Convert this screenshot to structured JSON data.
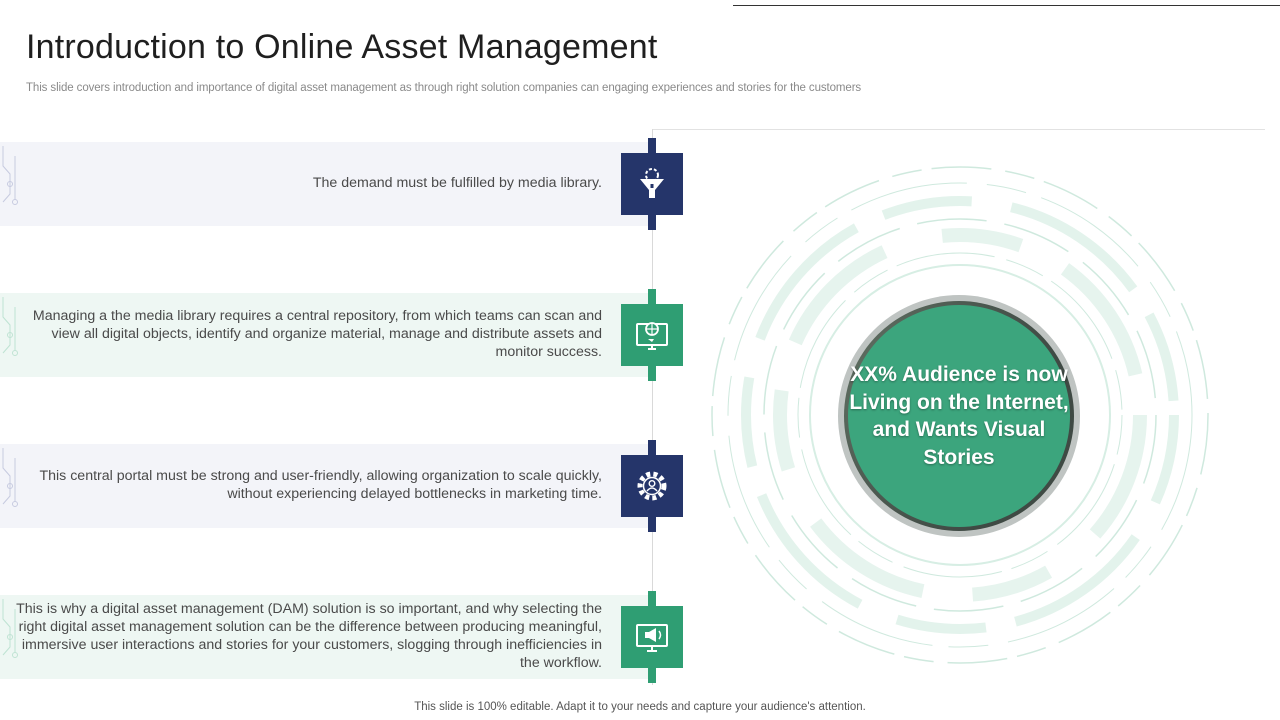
{
  "slide": {
    "title": "Introduction to Online Asset Management",
    "subtitle": "This slide covers introduction and importance of digital asset management as through right solution companies can engaging experiences and stories for the customers",
    "footer": "This slide is 100% editable. Adapt it to your needs and capture your audience's attention."
  },
  "items": [
    {
      "text": "The demand must be fulfilled by media library.",
      "icon": "funnel-gear-icon",
      "color": "#25356a"
    },
    {
      "text": "Managing a the media library requires a central repository, from which teams can scan and view all digital objects, identify and organize material, manage and distribute assets and monitor success.",
      "icon": "monitor-globe-icon",
      "color": "#2f9e73"
    },
    {
      "text": "This central portal must be strong and user-friendly, allowing organization to scale quickly, without experiencing delayed bottlenecks in marketing time.",
      "icon": "user-gear-icon",
      "color": "#25356a"
    },
    {
      "text": "This is why a digital asset management (DAM) solution is so important, and why selecting the right digital asset management solution can be the difference between producing meaningful, immersive user interactions and stories for your customers, slogging through inefficiencies in the workflow.",
      "icon": "monitor-megaphone-icon",
      "color": "#2f9e73"
    }
  ],
  "highlight": {
    "text": "XX% Audience is now Living on the Internet, and Wants Visual Stories"
  },
  "colors": {
    "navy": "#25356a",
    "teal": "#2f9e73",
    "circle": "#3ca57d",
    "ring": "#bfe3d3"
  }
}
